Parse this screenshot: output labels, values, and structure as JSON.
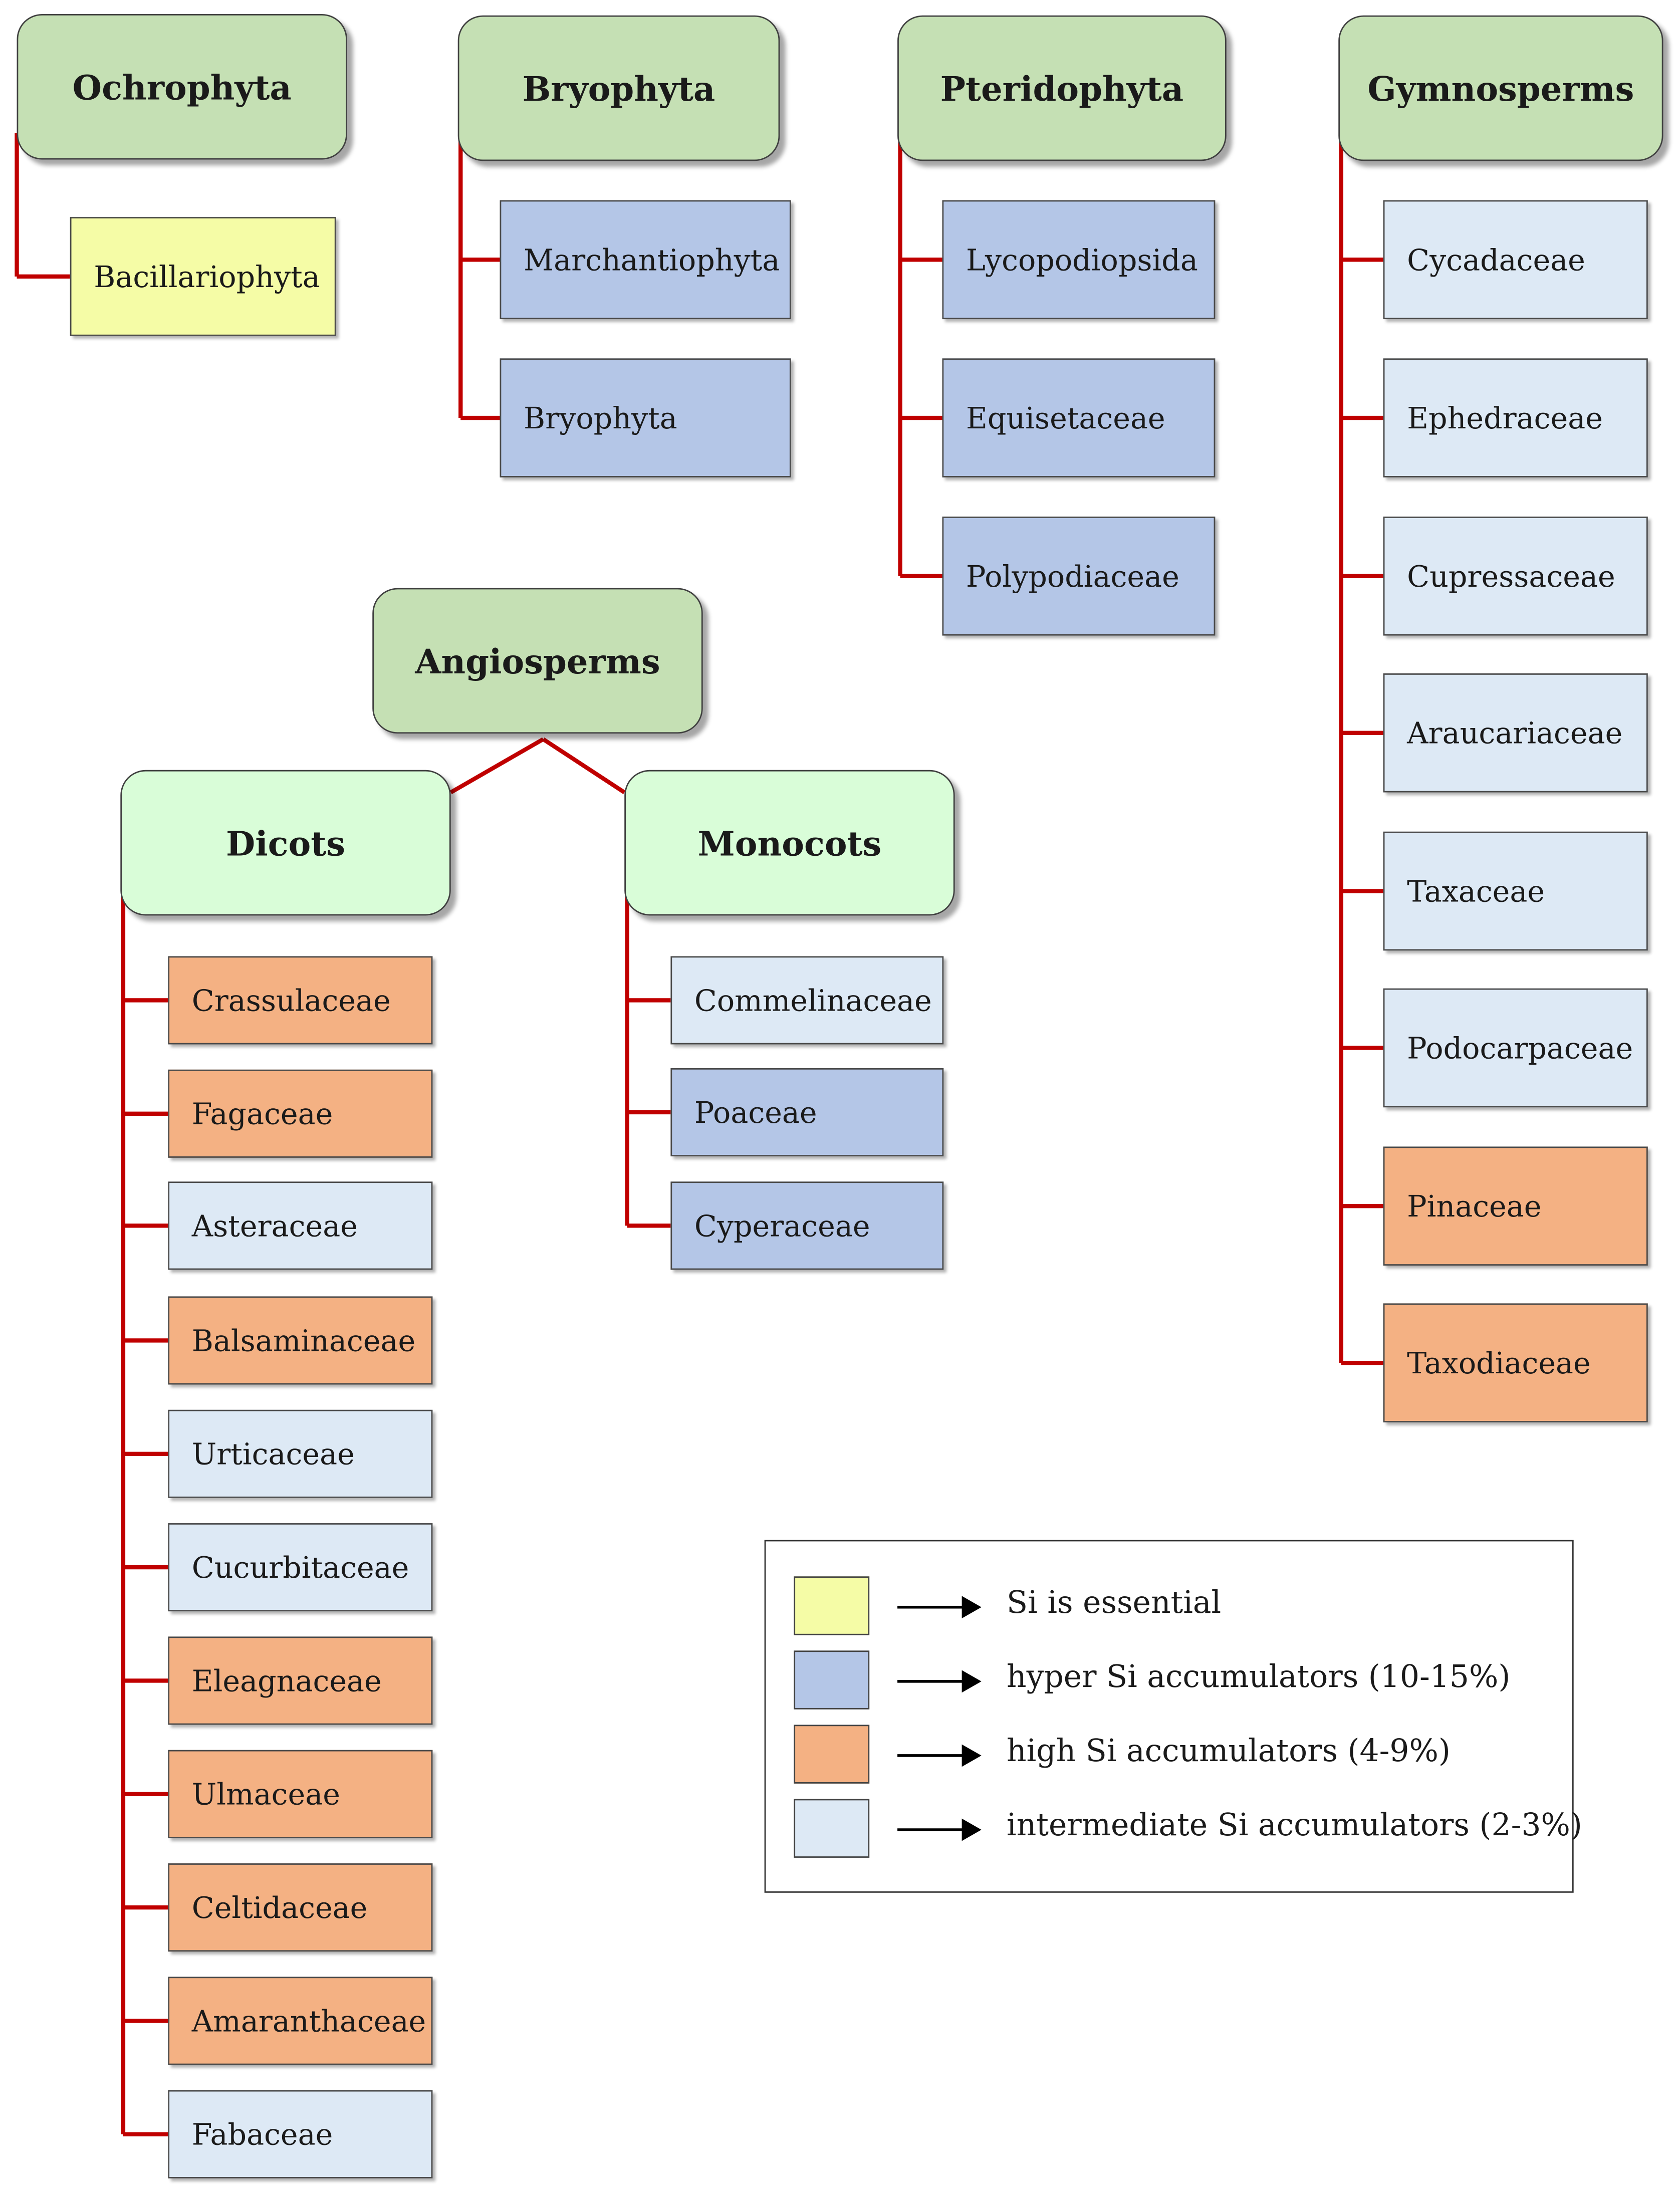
{
  "colors": {
    "si_essential": "#f5fca6",
    "hyper": "#b4c6e7",
    "high": "#f4b183",
    "intermediate": "#dde9f5",
    "group_header": "#c5e0b4",
    "subgroup_header": "#d9fdd8",
    "connector": "#c00000"
  },
  "groups": {
    "ochrophyta": {
      "title": "Ochrophyta",
      "items": [
        {
          "label": "Bacillariophyta",
          "category": "si_essential"
        }
      ]
    },
    "bryophyta": {
      "title": "Bryophyta",
      "items": [
        {
          "label": "Marchantiophyta",
          "category": "hyper"
        },
        {
          "label": "Bryophyta",
          "category": "hyper"
        }
      ]
    },
    "pteridophyta": {
      "title": "Pteridophyta",
      "items": [
        {
          "label": "Lycopodiopsida",
          "category": "hyper"
        },
        {
          "label": "Equisetaceae",
          "category": "hyper"
        },
        {
          "label": "Polypodiaceae",
          "category": "hyper"
        }
      ]
    },
    "gymnosperms": {
      "title": "Gymnosperms",
      "items": [
        {
          "label": "Cycadaceae",
          "category": "intermediate"
        },
        {
          "label": "Ephedraceae",
          "category": "intermediate"
        },
        {
          "label": "Cupressaceae",
          "category": "intermediate"
        },
        {
          "label": "Araucariaceae",
          "category": "intermediate"
        },
        {
          "label": "Taxaceae",
          "category": "intermediate"
        },
        {
          "label": "Podocarpaceae",
          "category": "intermediate"
        },
        {
          "label": "Pinaceae",
          "category": "high"
        },
        {
          "label": "Taxodiaceae",
          "category": "high"
        }
      ]
    },
    "angiosperms": {
      "title": "Angiosperms",
      "dicots": {
        "title": "Dicots",
        "items": [
          {
            "label": "Crassulaceae",
            "category": "high"
          },
          {
            "label": "Fagaceae",
            "category": "high"
          },
          {
            "label": "Asteraceae",
            "category": "intermediate"
          },
          {
            "label": "Balsaminaceae",
            "category": "high"
          },
          {
            "label": "Urticaceae",
            "category": "intermediate"
          },
          {
            "label": "Cucurbitaceae",
            "category": "intermediate"
          },
          {
            "label": "Eleagnaceae",
            "category": "high"
          },
          {
            "label": "Ulmaceae",
            "category": "high"
          },
          {
            "label": "Celtidaceae",
            "category": "high"
          },
          {
            "label": "Amaranthaceae",
            "category": "high"
          },
          {
            "label": "Fabaceae",
            "category": "intermediate"
          }
        ]
      },
      "monocots": {
        "title": "Monocots",
        "items": [
          {
            "label": "Commelinaceae",
            "category": "intermediate"
          },
          {
            "label": "Poaceae",
            "category": "hyper"
          },
          {
            "label": "Cyperaceae",
            "category": "hyper"
          }
        ]
      }
    }
  },
  "legend": [
    {
      "key": "si_essential",
      "label": "Si is essential"
    },
    {
      "key": "hyper",
      "label": "hyper Si accumulators (10-15%)"
    },
    {
      "key": "high",
      "label": "high Si accumulators (4-9%)"
    },
    {
      "key": "intermediate",
      "label": "intermediate Si accumulators (2-3%)"
    }
  ]
}
